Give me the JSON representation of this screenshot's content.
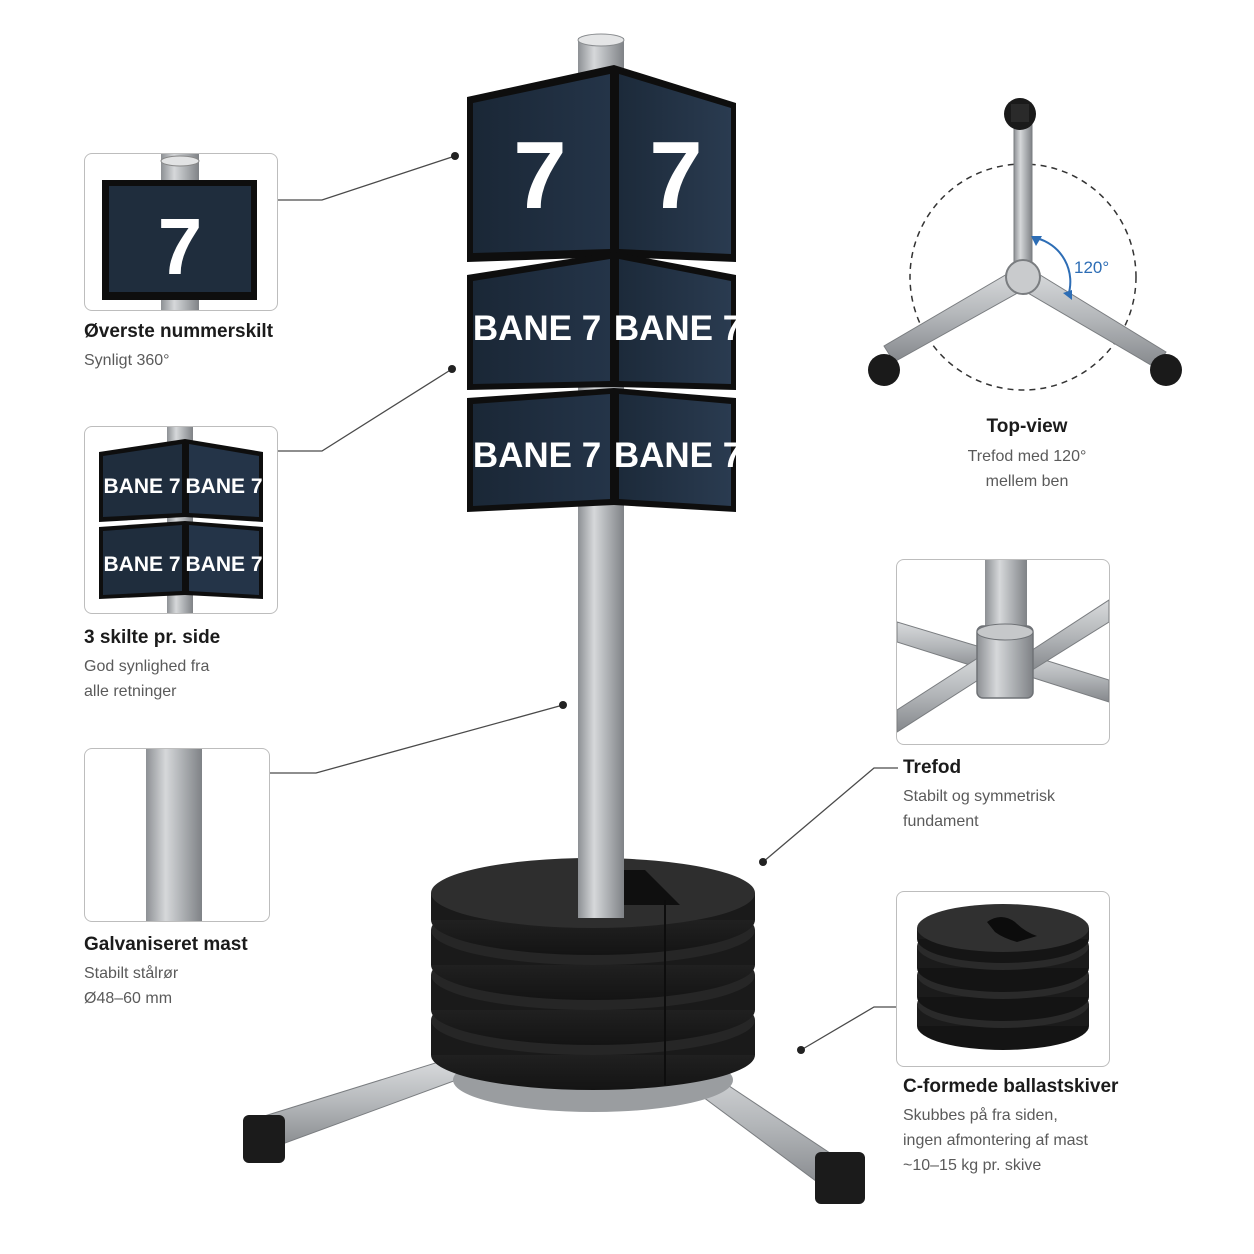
{
  "signs": {
    "top_number": "7",
    "lane_label": "BANE 7"
  },
  "callouts": {
    "top_sign": {
      "title": "Øverste nummerskilt",
      "lines": [
        "Synligt 360°"
      ]
    },
    "three_signs": {
      "title": "3 skilte pr. side",
      "lines": [
        "God synlighed fra",
        "alle retninger"
      ]
    },
    "mast": {
      "title": "Galvaniseret mast",
      "lines": [
        "Stabilt stålrør",
        "Ø48–60 mm"
      ]
    },
    "top_view": {
      "title": "Top-view",
      "lines": [
        "Trefod med 120°",
        "mellem ben"
      ],
      "angle_label": "120°"
    },
    "tripod": {
      "title": "Trefod",
      "lines": [
        "Stabilt og symmetrisk",
        "fundament"
      ]
    },
    "ballast": {
      "title": "C-formede ballastskiver",
      "lines": [
        "Skubbes på fra siden,",
        "ingen afmontering af mast",
        "~10–15 kg pr. skive"
      ]
    }
  },
  "colors": {
    "sign_navy": "#1f2d3d",
    "frame": "#111111",
    "steel": "#b9bcbf",
    "ballast": "#1e1e1e",
    "accent_blue": "#2d6db5",
    "leader": "#444444"
  }
}
